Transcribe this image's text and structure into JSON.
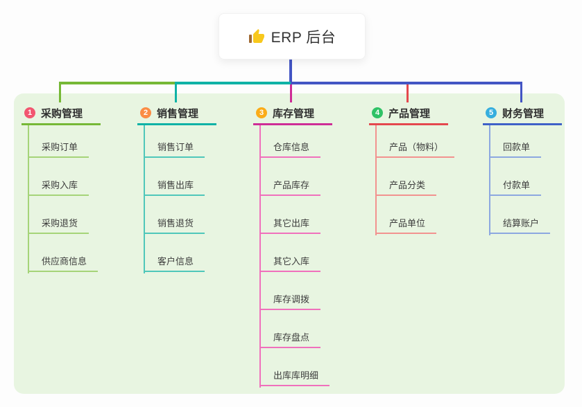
{
  "root": {
    "label": "ERP 后台",
    "icon": "thumbs-up"
  },
  "branches": [
    {
      "badge": "1",
      "label": "采购管理",
      "color": "#76b836",
      "light_color": "#a5d478",
      "badge_color": "#f25670",
      "children": [
        "采购订单",
        "采购入库",
        "采购退货",
        "供应商信息"
      ]
    },
    {
      "badge": "2",
      "label": "销售管理",
      "color": "#0fb2a6",
      "light_color": "#4fc7ba",
      "badge_color": "#fb8c44",
      "children": [
        "销售订单",
        "销售出库",
        "销售退货",
        "客户信息"
      ]
    },
    {
      "badge": "3",
      "label": "库存管理",
      "color": "#ce2d96",
      "light_color": "#f070bc",
      "badge_color": "#fbac18",
      "children": [
        "仓库信息",
        "产品库存",
        "其它出库",
        "其它入库",
        "库存调拨",
        "库存盘点",
        "出库库明细"
      ]
    },
    {
      "badge": "4",
      "label": "产品管理",
      "color": "#e4484e",
      "light_color": "#f2928f",
      "badge_color": "#2fc266",
      "children": [
        "产品（物料）",
        "产品分类",
        "产品单位"
      ]
    },
    {
      "badge": "5",
      "label": "财务管理",
      "color": "#3e61c8",
      "light_color": "#8ca7e0",
      "badge_color": "#36aede",
      "children": [
        "回款单",
        "付款单",
        "结算账户"
      ]
    }
  ],
  "connector_color": "#4355c4",
  "panel_color": "#e8f5e1"
}
